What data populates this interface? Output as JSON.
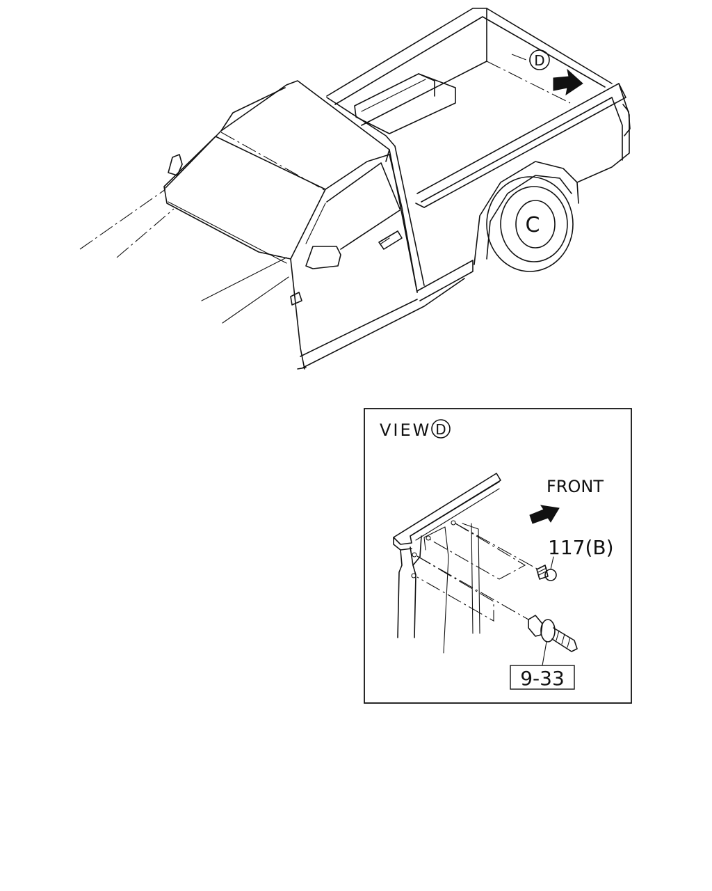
{
  "main_view": {
    "callout_letter": "D",
    "wheel_label": "C"
  },
  "detail_view": {
    "view_label": "VIEW",
    "view_letter": "D",
    "direction_label": "FRONT",
    "part_label": "117(B)",
    "ref_label": "9-33"
  }
}
